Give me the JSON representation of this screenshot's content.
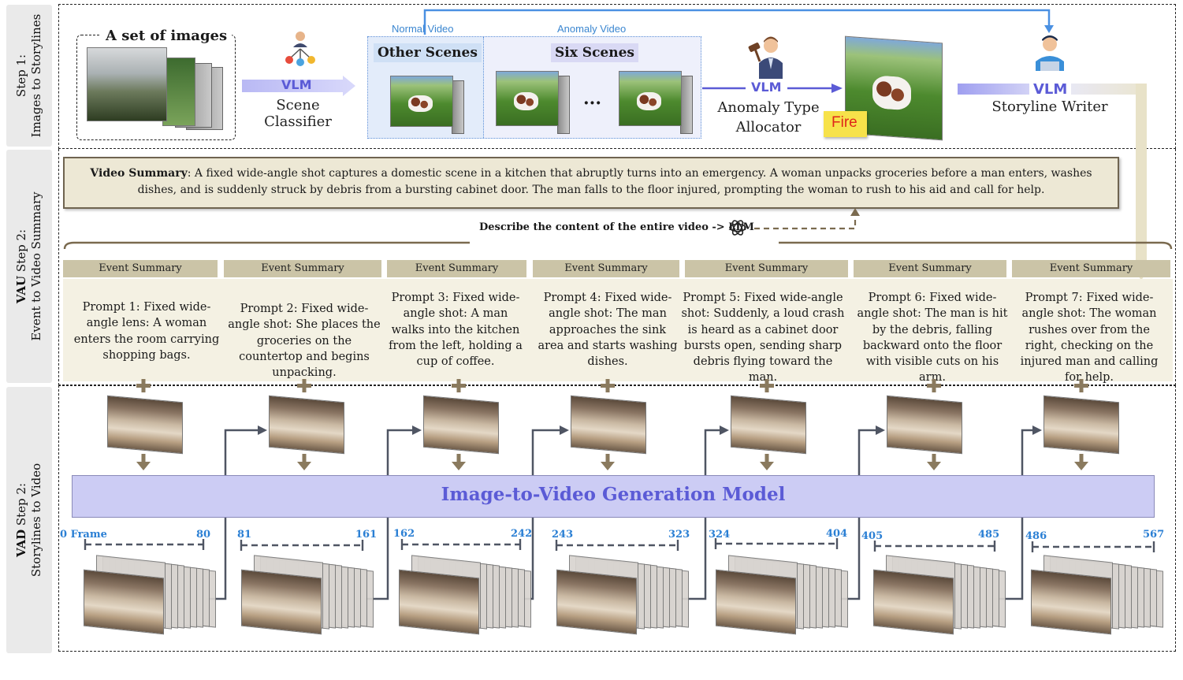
{
  "colors": {
    "accent": "#5b5bd6",
    "frame_blue": "#2a7fd4",
    "summary_bg": "#ede8d5",
    "event_head": "#cbc4a7",
    "gen_model_bg": "#ccccf4",
    "fire_sticker": "#f7e24a",
    "fire_text": "#e0261a"
  },
  "step1": {
    "side_label_1": "Step 1:",
    "side_label_2": "Images to Storylines",
    "image_set_title": "A set of images",
    "vlm1": "VLM",
    "scene_classifier": "Scene Classifier",
    "normal_video": "Normal Video",
    "anomaly_video": "Anomaly Video",
    "other_scenes": "Other Scenes",
    "six_scenes": "Six Scenes",
    "ellipsis": "···",
    "vlm2": "VLM",
    "allocator_1": "Anomaly Type",
    "allocator_2": "Allocator",
    "fire": "Fire",
    "vlm3": "VLM",
    "storyline_writer": "Storyline Writer",
    "icons": [
      "user-network-icon",
      "judge-icon",
      "writer-icon"
    ]
  },
  "step2": {
    "side_label_bold": "VAU",
    "side_label_rest": " Step 2:",
    "side_label_2": "Event to Video Summary",
    "summary_label": "Video Summary",
    "summary_text": ": A fixed wide-angle shot captures a domestic scene in a kitchen that abruptly turns into an emergency. A woman unpacks groceries before a man enters, washes dishes, and is suddenly struck by debris from a bursting cabinet door. The man falls to the floor injured, prompting the woman to rush to his aid and call for help.",
    "llm_prompt": "Describe the content of the entire video -> LLM",
    "llm_icon": "openai-icon",
    "event_header": "Event Summary",
    "events": [
      "Prompt 1: Fixed wide-angle lens: A woman enters the room carrying shopping bags.",
      "Prompt 2: Fixed wide-angle shot: She places the groceries on the countertop and begins unpacking.",
      "Prompt 3: Fixed wide-angle shot: A man walks into the kitchen from the left, holding a cup of coffee.",
      "Prompt 4:  Fixed wide-angle shot: The man approaches the sink area and starts washing dishes.",
      "Prompt 5:  Fixed wide-angle shot: Suddenly, a loud crash is heard as a cabinet door bursts open, sending sharp debris flying toward the man.",
      "Prompt 6: Fixed wide-angle shot: The man is hit by the debris, falling backward onto the floor with visible cuts on his arm.",
      "Prompt 7: Fixed wide-angle shot: The woman rushes over from the right, checking on the injured man and calling for help."
    ]
  },
  "step3": {
    "side_label_bold": "VAD",
    "side_label_rest": " Step 2:",
    "side_label_2": "Storylines to Video",
    "model_title": "Image-to-Video Generation Model",
    "frame_ranges": [
      {
        "start": "0 Frame",
        "end": "80"
      },
      {
        "start": "81",
        "end": "161"
      },
      {
        "start": "162",
        "end": "242"
      },
      {
        "start": "243",
        "end": "323"
      },
      {
        "start": "324",
        "end": "404"
      },
      {
        "start": "405",
        "end": "485"
      },
      {
        "start": "486",
        "end": "567"
      }
    ]
  }
}
